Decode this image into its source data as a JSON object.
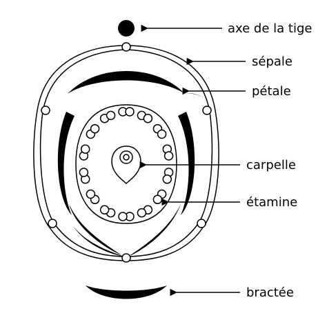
{
  "diagram": {
    "labels": {
      "axis": "axe de la tige",
      "sepal": "sépale",
      "petal": "pétale",
      "carpel": "carpelle",
      "stamen": "étamine",
      "bract": "bractée"
    },
    "colors": {
      "ink": "#000000",
      "paper": "#ffffff"
    }
  }
}
